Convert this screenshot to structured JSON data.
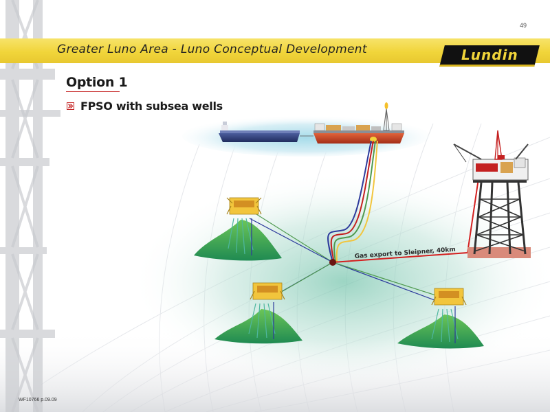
{
  "slide": {
    "page_number": "49",
    "title": "Greater Luno Area - Luno Conceptual Development",
    "logo_text": "Lundin",
    "heading": "Option 1",
    "bullets": [
      "FPSO with subsea wells"
    ],
    "footer_code": "WF10766 p.09.09"
  },
  "diagram": {
    "export_label": "Gas export to Sleipner, 40km",
    "nodes": [
      "fpso-ship",
      "shuttle-tanker",
      "wellhead-template-1",
      "wellhead-template-2",
      "wellhead-template-3",
      "manifold",
      "jacket-platform"
    ],
    "connections": [
      {
        "from": "fpso-ship",
        "to": "manifold",
        "kind": "riser"
      },
      {
        "from": "manifold",
        "to": "wellhead-template-1",
        "kind": "flowline"
      },
      {
        "from": "manifold",
        "to": "wellhead-template-2",
        "kind": "flowline"
      },
      {
        "from": "manifold",
        "to": "wellhead-template-3",
        "kind": "flowline"
      },
      {
        "from": "manifold",
        "to": "jacket-platform",
        "kind": "export-pipeline"
      }
    ]
  },
  "colors": {
    "title_band": "#f1d53a",
    "accent_red": "#c42020",
    "flowline_blue": "#2d3a9c",
    "flowline_green": "#4f9a4f",
    "seabed_green": "#3aa838",
    "template_yellow": "#f2c53c",
    "fpso_hull": "#c7482a",
    "tanker_hull": "#2e3f7a"
  }
}
